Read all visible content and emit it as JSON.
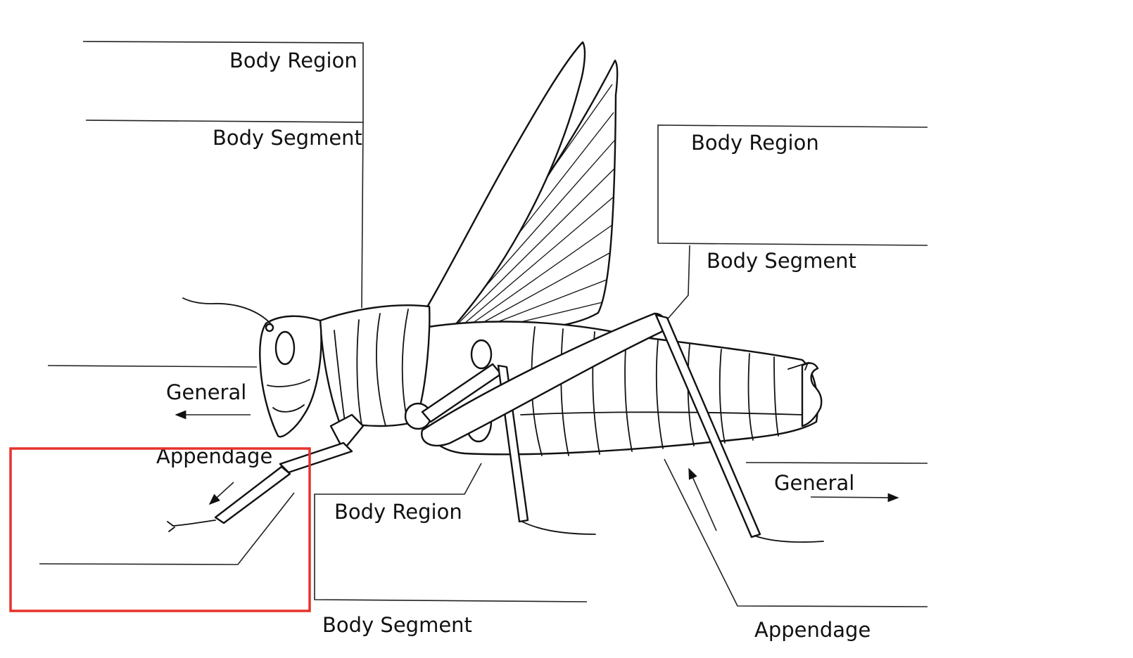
{
  "labels": {
    "top_left_region": "Body Region",
    "top_left_segment": "Body Segment",
    "left_general": "General",
    "left_appendage": "Appendage",
    "right_region": "Body Region",
    "right_segment": "Body Segment",
    "right_general": "General",
    "right_appendage": "Appendage",
    "bottom_region": "Body Region",
    "bottom_segment": "Body Segment"
  },
  "highlight_color": "#e8322c"
}
